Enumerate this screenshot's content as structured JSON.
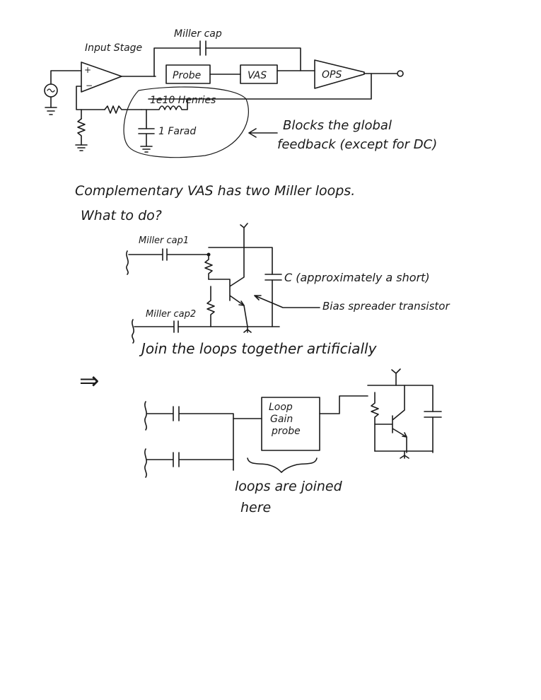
{
  "diagram1": {
    "input_stage": "Input Stage",
    "miller_cap": "Miller cap",
    "probe": "Probe",
    "vas": "VAS",
    "ops": "OPS",
    "inductor": "1e10 Henries",
    "capacitor": "1 Farad",
    "blocks_line1": "Blocks the global",
    "blocks_line2": "feedback (except for DC)"
  },
  "notes": {
    "line1": "Complementary VAS has two Miller loops.",
    "line2": "What to do?"
  },
  "diagram2": {
    "miller_cap1": "Miller cap1",
    "miller_cap2": "Miller cap2",
    "cap_note": "C (approximately a short)",
    "bias_note": "Bias spreader transistor",
    "join_note": "Join the loops together artificially"
  },
  "diagram3": {
    "arrow": "⇒",
    "probe_line1": "Loop",
    "probe_line2": "Gain",
    "probe_line3": "probe",
    "joined_line1": "loops are joined",
    "joined_line2": "here"
  }
}
